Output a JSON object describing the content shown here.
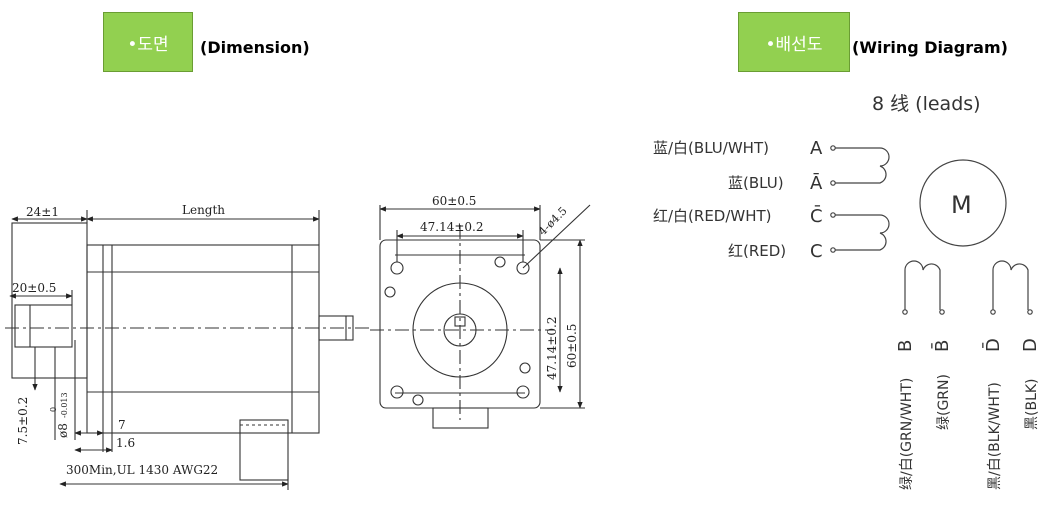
{
  "dimension_section": {
    "tag_label": "•도면",
    "subtitle": "(Dimension)",
    "side_view": {
      "width_dim": "24±1",
      "length_label": "Length",
      "boss_dim": "20±0.5",
      "shaft_offset_dim": "7.5±0.2",
      "shaft_dia_dim": "ø8",
      "shaft_dia_tol_upper": "0",
      "shaft_dia_tol_lower": "-0.013",
      "flange_dim": "7",
      "flange_thickness_dim": "1.6",
      "cable_label": "300Min,UL 1430 AWG22"
    },
    "front_view": {
      "body_width_dim": "60±0.5",
      "hole_spacing_dim": "47.14±0.2",
      "hole_dia_dim": "4-ø4.5",
      "vertical_hole_spacing_dim": "47.14±0.2",
      "vertical_body_dim": "60±0.5"
    }
  },
  "wiring_section": {
    "tag_label": "•배선도",
    "subtitle": "(Wiring Diagram)",
    "leads_label": "8 线 (leads)",
    "motor_label": "M",
    "left_leads": [
      {
        "label": "蓝/白(BLU/WHT)",
        "terminal": "A"
      },
      {
        "label": "蓝(BLU)",
        "terminal": "Ā"
      },
      {
        "label": "红/白(RED/WHT)",
        "terminal": "C̄"
      },
      {
        "label": "红(RED)",
        "terminal": "C"
      }
    ],
    "bottom_leads": [
      {
        "label": "绿/白(GRN/WHT)",
        "terminal": "B"
      },
      {
        "label": "绿(GRN)",
        "terminal": "B̄"
      },
      {
        "label": "黑/白(BLK/WHT)",
        "terminal": "D̄"
      },
      {
        "label": "黑(BLK)",
        "terminal": "D"
      }
    ]
  }
}
